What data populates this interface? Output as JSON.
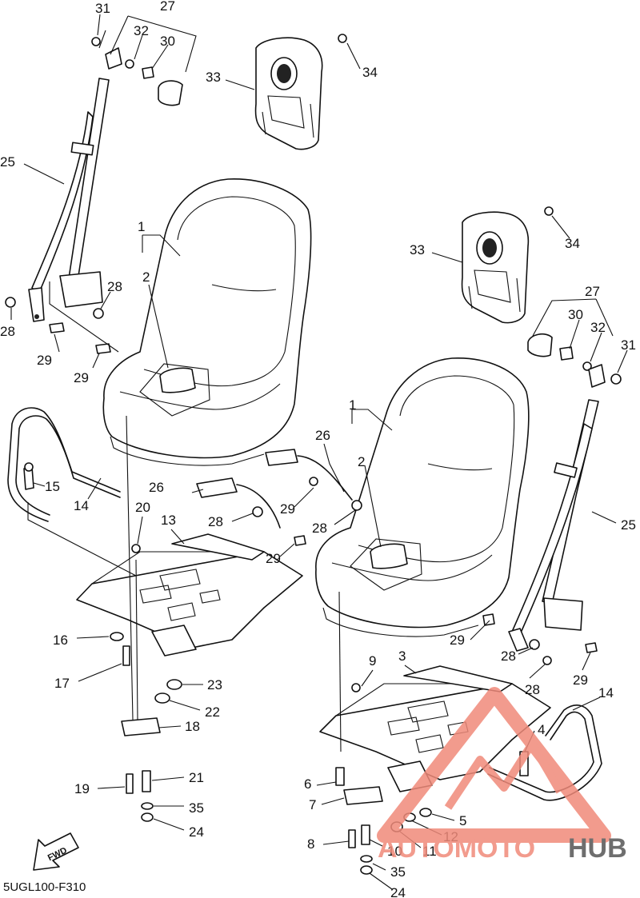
{
  "diagram_code": "5UGL100-F310",
  "fwd_label": "FWD",
  "watermark": {
    "part1": "AUTOMOTO",
    "part2": "HUB",
    "color_main": "#f08a7a",
    "color_hub": "#555555"
  },
  "callouts": {
    "c31a": "31",
    "c27a": "27",
    "c32a": "32",
    "c30a": "30",
    "c33a": "33",
    "c34a": "34",
    "c25a": "25",
    "c1a": "1",
    "c2a": "2",
    "c28a": "28",
    "c28b": "28",
    "c29a": "29",
    "c29b": "29",
    "c33b": "33",
    "c34b": "34",
    "c27b": "27",
    "c30b": "30",
    "c32b": "32",
    "c31b": "31",
    "c1b": "1",
    "c2b": "2",
    "c26a": "26",
    "c26b": "26",
    "c15": "15",
    "c14a": "14",
    "c20": "20",
    "c13": "13",
    "c28c": "28",
    "c29c": "29",
    "c28d": "28",
    "c29d": "29",
    "c25b": "25",
    "c16": "16",
    "c17": "17",
    "c23": "23",
    "c22": "22",
    "c18": "18",
    "c19": "19",
    "c21": "21",
    "c35a": "35",
    "c24a": "24",
    "c9": "9",
    "c3": "3",
    "c29e": "29",
    "c28e": "28",
    "c28f": "28",
    "c29f": "29",
    "c14b": "14",
    "c4": "4",
    "c6": "6",
    "c7": "7",
    "c5": "5",
    "c8": "8",
    "c10": "10",
    "c11": "11",
    "c12": "12",
    "c35b": "35",
    "c24b": "24"
  }
}
